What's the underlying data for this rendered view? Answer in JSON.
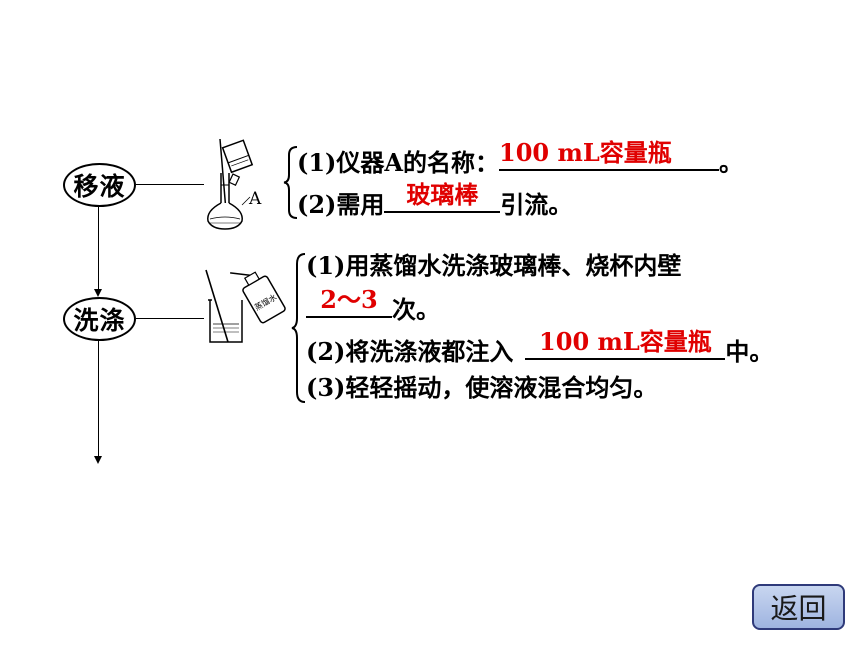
{
  "flow": {
    "step1": "移液",
    "step2": "洗涤"
  },
  "transfer": {
    "instrument_label": "A",
    "q1_prefix": "(1)仪器A的名称：",
    "q1_answer": "100 mL容量瓶",
    "q1_suffix": "。",
    "q2_prefix": "(2)需用",
    "q2_answer": "玻璃棒",
    "q2_suffix": "引流。"
  },
  "wash": {
    "bottle_label": "蒸馏水",
    "q1_line1": "(1)用蒸馏水洗涤玻璃棒、烧杯内壁",
    "q1_answer": "2～3",
    "q1_suffix": "次。",
    "q2_prefix": "(2)将洗涤液都注入",
    "q2_answer": "100 mL容量瓶",
    "q2_suffix": "中。",
    "q3": "(3)轻轻摇动，使溶液混合均匀。"
  },
  "nav": {
    "back_label": "返回"
  }
}
